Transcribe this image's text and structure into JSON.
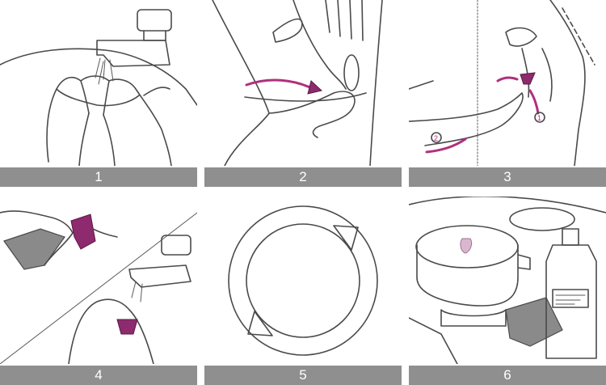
{
  "steps": [
    {
      "number": "1"
    },
    {
      "number": "2"
    },
    {
      "number": "3"
    },
    {
      "number": "4"
    },
    {
      "number": "5"
    },
    {
      "number": "6"
    }
  ],
  "step3_arrows": [
    "1",
    "2"
  ],
  "colors": {
    "label_bar": "#8f8f8f",
    "label_text": "#ffffff",
    "accent": "#b0307e",
    "line": "#4a4a4a"
  }
}
